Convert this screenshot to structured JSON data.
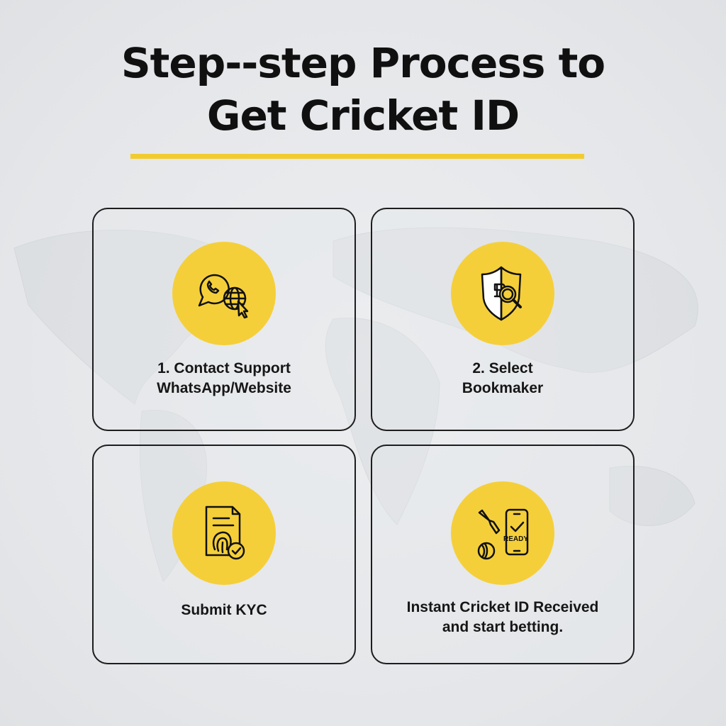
{
  "header": {
    "title_line1": "Step--step Process to",
    "title_line2": "Get Cricket ID"
  },
  "colors": {
    "accent": "#f5cf3a",
    "underline": "#f2cc2f",
    "text": "#111111"
  },
  "steps": [
    {
      "icon": "whatsapp-globe-icon",
      "line1": "1. Contact Support",
      "line2": "WhatsApp/Website"
    },
    {
      "icon": "shield-search-icon",
      "line1": "2. Select",
      "line2": "Bookmaker"
    },
    {
      "icon": "document-fingerprint-icon",
      "line1": "Submit KYC"
    },
    {
      "icon": "cricket-phone-ready-icon",
      "line1": "Instant Cricket ID Received",
      "line2": "and start betting.",
      "badge": "READY"
    }
  ]
}
